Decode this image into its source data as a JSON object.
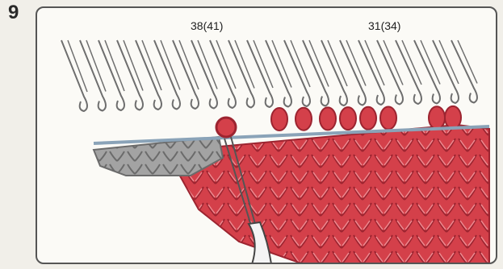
{
  "step": {
    "number": "9"
  },
  "needle_counts": {
    "left": "38(41)",
    "right": "31(34)"
  },
  "colors": {
    "background": "#fbfaf6",
    "needle_line": "#6e6e6e",
    "knit_red": "#d4404a",
    "knit_red_dark": "#9c2430",
    "knit_red_light": "#ee8a90",
    "knit_grey": "#a3a3a3",
    "knit_grey_dark": "#6b6b6b"
  },
  "icons": [
    "latch-needle-icon",
    "transfer-tool-icon"
  ]
}
